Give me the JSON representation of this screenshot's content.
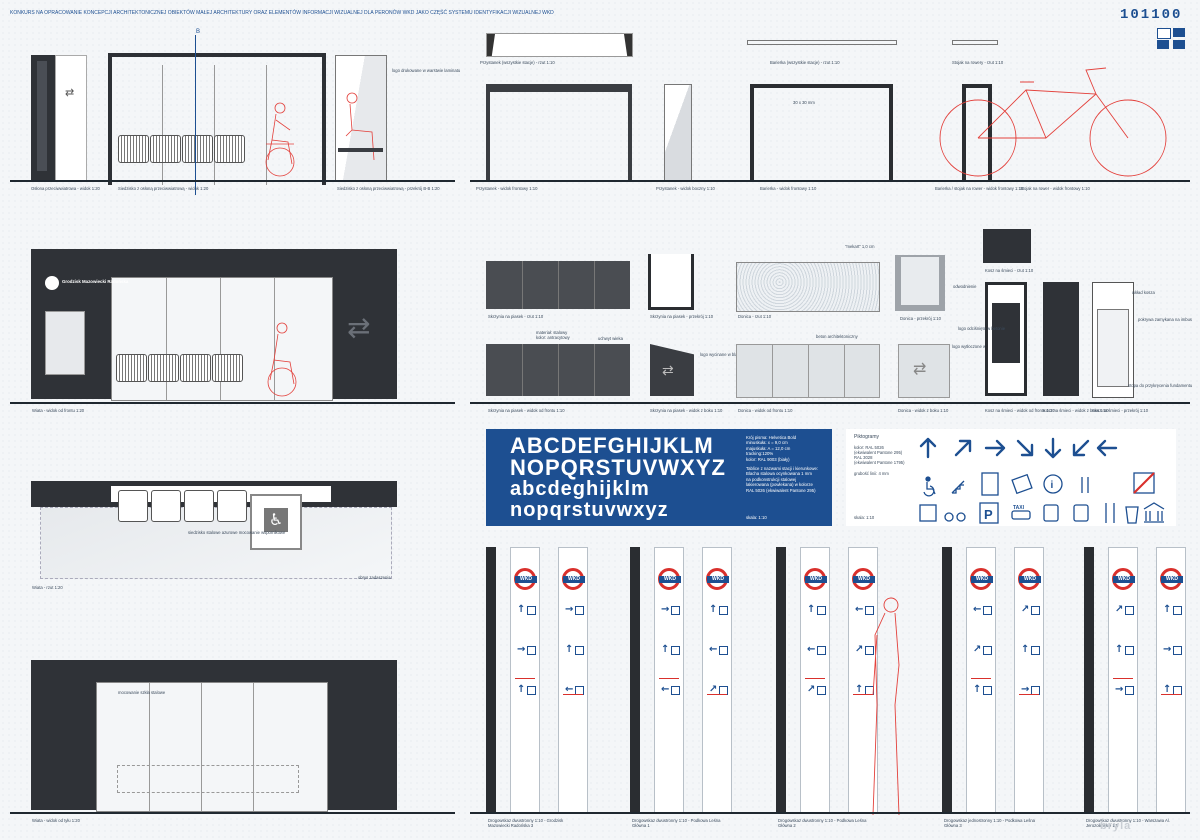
{
  "header": {
    "title": "KONKURS NA OPRACOWANIE KONCEPCJI ARCHITEKTONICZNEJ OBIEKTÓW MAŁEJ ARCHITEKTURY ORAZ ELEMENTÓW INFORMACJI WIZUALNEJ DLA PERONÓW WKD JAKO CZĘŚĆ SYSTEMU IDENTYFIKACJI WIZUALNEJ WKD",
    "code": "101100"
  },
  "labels": {
    "oslona_top": "Osłona przeciwwiatrowa - widok 1:20",
    "siedzisko": "Siedzisko z osłoną przeciwwiatrową - widok 1:20",
    "siedzisko_przekroj": "Siedzisko z osłoną przeciwwiatrową - przekrój B-B 1:20",
    "logo_drukowane": "logo drukowane w warstwie laminatu",
    "przystanek_top": "Przystanek (wszystkie stacje) - rzut 1:10",
    "przystanek_front": "Przystanek - widok frontowy 1:10",
    "przystanek_side": "Przystanek - widok boczny 1:10",
    "barierka_top": "Barierka (wszystkie stacje) - rzut 1:10",
    "barierka_profile": "30 x 30 mm",
    "barierka_front": "Barierka - widok frontowy 1:10",
    "stojak_top": "Stojak na rowery - rzut 1:10",
    "barierka_stojak": "Barierka / stojak na rower - widok frontowy 1:10",
    "stojak_front": "Stojak na rower - widok frontowy 1:10",
    "station_name": "Grodzisk Mazowiecki Radońska",
    "wiata_front": "Wiata - widok od frontu 1:20",
    "skrzynia_rzut": "Skrzynia na piasek - rzut 1:10",
    "skrzynia_przekroj": "Skrzynia na piasek - przekrój 1:10",
    "donica_rzut": "Donica - rzut 1:10",
    "donica_przekroj": "Donica - przekrój 1:10",
    "mekart": "\"mekart\" 1,0 cm",
    "odwodnienie": "odwodnienie",
    "kosz_rzut": "Kosz na śmieci - rzut 1:10",
    "material_stalowy": "materiał: stalowy",
    "kolor": "kolor: antracytowy",
    "uchwyt": "uchwyt wieka",
    "beton": "beton architektoniczny",
    "logo_wycinane": "logo wycinane w blasze",
    "logo_betonie": "logo wytłoczone w betonie",
    "logo_odcisnięte": "logo odciśnięte w betonie",
    "wklad": "wkład kosza",
    "pokrywa": "pokrywa zamykana na imbus",
    "stopa": "stopa do przykręcenia fundamentu",
    "skrzynia_front": "Skrzynia na piasek - widok od frontu 1:10",
    "skrzynia_bok": "Skrzynia na piasek - widok z boku 1:10",
    "donica_front": "Donica - widok od frontu 1:10",
    "donica_bok": "Donica - widok z boku 1:10",
    "kosz_front": "Kosz na śmieci - widok od frontu 1:10",
    "kosz_bok": "Kosz na śmieci - widok z boku 1:10",
    "kosz_przekroj": "Kosz na śmieci - przekrój 1:10",
    "wiata_rzut": "Wiata - rzut 1:20",
    "siedzisko_wozek": "siedzisko stalowe azurowe mocowanie wspornikowe",
    "obrys_zadaszenia": "obrys zadaszenia",
    "mocowanie": "mocowanie szkła stalowe",
    "wiata_tyl": "Wiata - widok od tyłu 1:20"
  },
  "font_panel": {
    "upper1": "ABCDEFGHIJKLM",
    "upper2": "NOPQRSTUVWXYZ",
    "lower1": "abcdeghijklm",
    "lower2": "nopqrstuvwxyz",
    "spec1": "Krój pisma: Helvetica Bold",
    "spec2": "minuskuła:          x = 9,0 cm",
    "spec3": "majuskuła:           A = 12,0 cm",
    "spec4": "tracking:120%",
    "spec5": "kolor: RAL 9003 (biały)",
    "spec6": "Tablice z nazwami stacji i kierunkowe:",
    "spec7": "Blacha stalowa ocynkowana 1 mm",
    "spec8": "na podkonstrukcji stalowej",
    "spec9": "lakierowana (powlekana) w kolorze",
    "spec10": "RAL 5026 (ekwiwalent Pantone 295)",
    "scale": "skala: 1:10",
    "bg_color": "#1d4f91"
  },
  "pictograms": {
    "title": "Piktogramy",
    "c1": "kolor: RAL 5026",
    "c2": "(ekwiwalent Pantone 295)",
    "c3": "RAL 3028",
    "c4": "(ekwiwalent Pantone 1795)",
    "c5": "grubość linii: 4 mm",
    "scale": "skala: 1:10",
    "taxi": "TAXI",
    "parking": "P",
    "info": "i",
    "icon_color": "#1d4f91",
    "accent_color": "#d9302c"
  },
  "signs": {
    "logo_text": "WKD",
    "captions": [
      "Drogowskaz dwustronny 1:10 - Grodzisk Mazowiecki Radońska 3",
      "Drogowskaz dwustronny 1:10 - Podkowa Leśna Główna 1",
      "Drogowskaz dwustronny 1:10 - Podkowa Leśna Główna 2",
      "Drogowskaz jednostronny 1:10 - Podkowa Leśna Główna 3",
      "Drogowskaz dwustronny 1:10 - Warszawa Al. Jerozolimskie 1:5"
    ]
  },
  "watermark": "bryla"
}
